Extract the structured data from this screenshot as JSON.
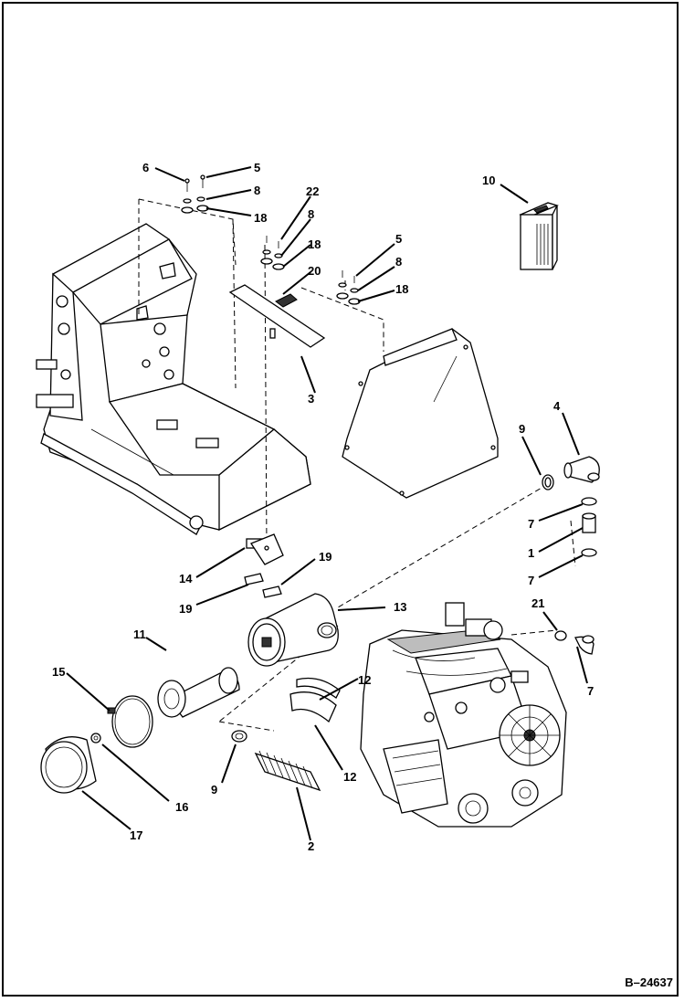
{
  "figure_id": "B–24637",
  "callouts": {
    "c6": "6",
    "c5a": "5",
    "c8a": "8",
    "c18a": "18",
    "c22": "22",
    "c8b": "8",
    "c18b": "18",
    "c20": "20",
    "c3": "3",
    "c5b": "5",
    "c8c": "8",
    "c18c": "18",
    "c10": "10",
    "c9a": "9",
    "c4": "4",
    "c7a": "7",
    "c1": "1",
    "c7b": "7",
    "c21": "21",
    "c7c": "7",
    "c14": "14",
    "c19a": "19",
    "c19b": "19",
    "c13": "13",
    "c11": "11",
    "c15": "15",
    "c12a": "12",
    "c12b": "12",
    "c16": "16",
    "c9b": "9",
    "c17": "17",
    "c2": "2"
  }
}
